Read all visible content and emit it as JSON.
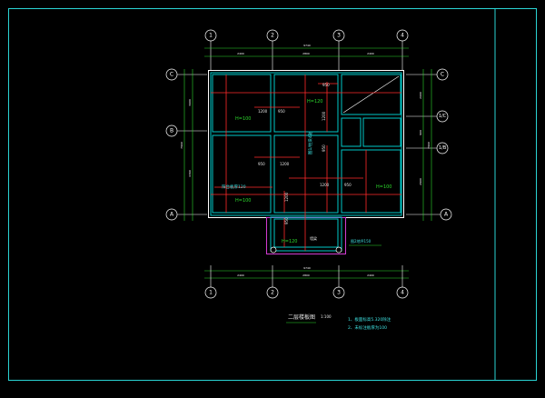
{
  "axis_labels": {
    "top": [
      "1",
      "2",
      "3",
      "4"
    ],
    "bottom": [
      "1",
      "2",
      "3",
      "4"
    ],
    "left": [
      "C",
      "B",
      "A"
    ],
    "right": [
      "C",
      "1/C",
      "1/B",
      "A"
    ]
  },
  "dimensions": {
    "top_total": "9740",
    "top_segments": [
      "2400",
      "2800",
      "2400"
    ],
    "bottom_total": "9740",
    "bottom_segments": [
      "2400",
      "2800",
      "2400"
    ],
    "left_total": "7960",
    "left_segments": [
      "3600",
      "4360"
    ],
    "right_total": "7960",
    "right_segments": [
      "2600",
      "900",
      "2900"
    ]
  },
  "room_labels": {
    "r1": "H=100",
    "r2": "H=120",
    "r3": "H=100",
    "r4": "H=100",
    "r5": "H=120",
    "stair_note": "墙梁",
    "slab_note": "图2地坪150"
  },
  "beam_labels": [
    "950",
    "1200",
    "950",
    "950",
    "1200",
    "1200",
    "950",
    "1200",
    "1200",
    "950",
    "950"
  ],
  "annotations": {
    "vertical_note": "图1/柱梁4轴",
    "balcony_note": "阳台板厚120"
  },
  "title": {
    "name": "二层楼板图",
    "scale": "1:100"
  },
  "notes": [
    "1、板面标高5.320除注",
    "2、未标注板厚为100"
  ],
  "colors": {
    "background": "#000000",
    "frame": "#2ad4d4",
    "walls": "#ffffff",
    "beams": "#ff2a2a",
    "text_green": "#2cd92c",
    "text_cyan": "#3ee0e0",
    "balcony": "#d23cd2"
  }
}
